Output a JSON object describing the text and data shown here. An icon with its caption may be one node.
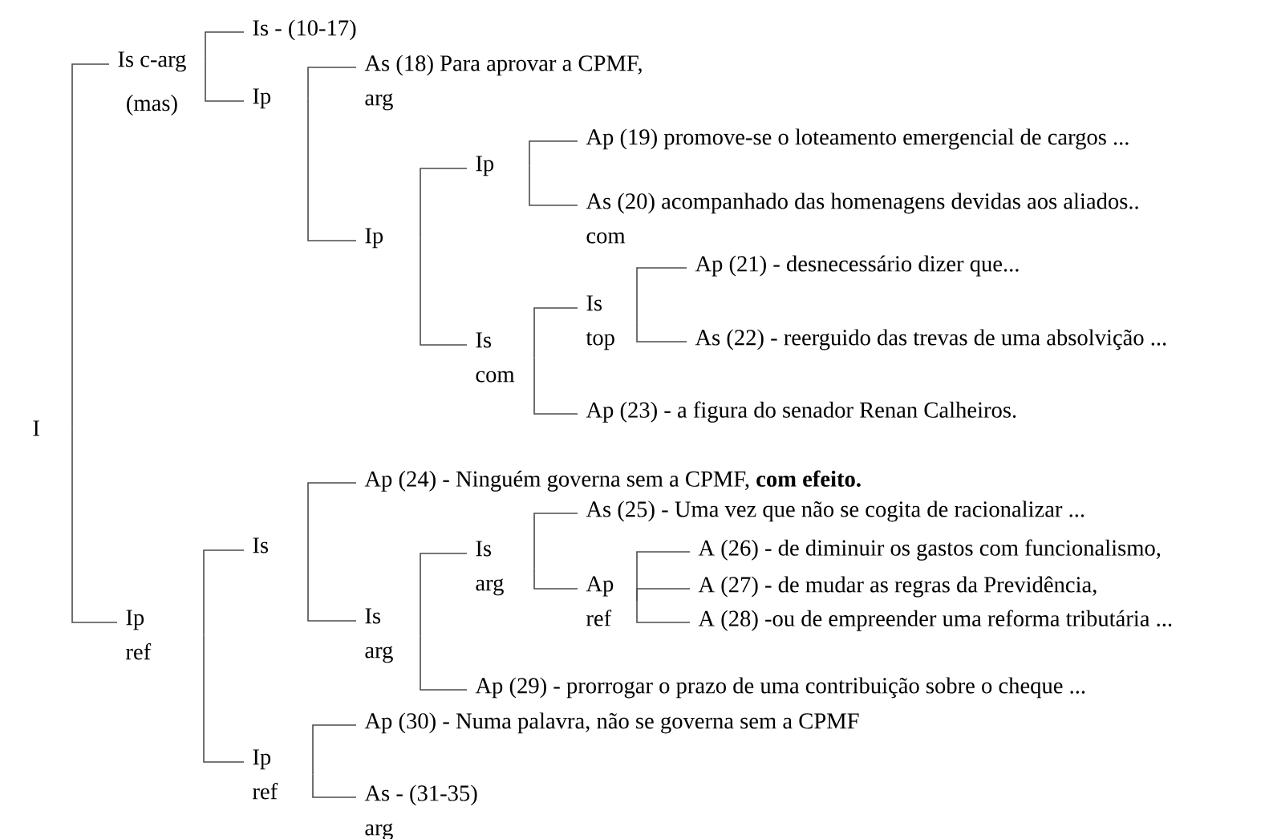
{
  "diagram": {
    "nodes": [
      {
        "text": [
          "I"
        ]
      },
      {
        "text": [
          "Is c-arg"
        ],
        "beside": [
          "(mas)"
        ]
      },
      {
        "text": [
          "Is - (10-17)"
        ]
      },
      {
        "text": [
          "Ip"
        ]
      },
      {
        "text": [
          "As (18) Para aprovar a CPMF,",
          "arg"
        ]
      },
      {
        "text": [
          "Ip"
        ]
      },
      {
        "text": [
          "Ip"
        ]
      },
      {
        "text": [
          "Ap (19) promove-se o loteamento emergencial de cargos ..."
        ]
      },
      {
        "text": [
          "As (20) acompanhado das homenagens devidas aos aliados..",
          "com"
        ]
      },
      {
        "text": [
          "Is",
          "com"
        ]
      },
      {
        "text": [
          "Is",
          "top"
        ]
      },
      {
        "text": [
          "Ap (21) - desnecessário dizer que..."
        ]
      },
      {
        "text": [
          "As (22) - reerguido das trevas de uma absolvição ..."
        ]
      },
      {
        "text": [
          "Ap (23) - a figura do senador Renan Calheiros."
        ]
      },
      {
        "text": [
          "Ip",
          "ref"
        ]
      },
      {
        "text": [
          "Is"
        ]
      },
      {
        "text": [
          "Ap (24) - Ninguém governa sem a CPMF, **com efeito.**"
        ]
      },
      {
        "text": [
          "Is",
          "arg"
        ]
      },
      {
        "text": [
          "Is",
          "arg"
        ]
      },
      {
        "text": [
          "As (25) - Uma vez que não se cogita de racionalizar ..."
        ]
      },
      {
        "text": [
          "Ap",
          "ref"
        ]
      },
      {
        "text": [
          "A (26) - de diminuir os gastos com funcionalismo,"
        ]
      },
      {
        "text": [
          "A (27) - de mudar as regras da Previdência,"
        ]
      },
      {
        "text": [
          "A (28) -ou de empreender uma reforma tributária ..."
        ]
      },
      {
        "text": [
          "Ap (29) - prorrogar o prazo de uma contribuição sobre o cheque ..."
        ]
      },
      {
        "text": [
          "Ip",
          "ref"
        ]
      },
      {
        "text": [
          "Ap (30) - Numa palavra, não se governa sem a CPMF"
        ]
      },
      {
        "text": [
          "As - (31-35)",
          "arg"
        ]
      }
    ],
    "edges": [
      {
        "from": 0,
        "to": 1,
        "arrow": "none"
      },
      {
        "from": 0,
        "to": 14,
        "arrow": "none"
      },
      {
        "from": 1,
        "to": 2,
        "arrow": "none"
      },
      {
        "from": 1,
        "to": 3,
        "arrow": "none"
      },
      {
        "from": 3,
        "to": 4,
        "arrow": "none"
      },
      {
        "from": 3,
        "to": 5,
        "arrow": "none"
      },
      {
        "from": 5,
        "to": 6,
        "arrow": "none"
      },
      {
        "from": 5,
        "to": 9,
        "arrow": "none"
      },
      {
        "from": 6,
        "to": 7,
        "arrow": "none"
      },
      {
        "from": 6,
        "to": 8,
        "arrow": "none"
      },
      {
        "from": 9,
        "to": 10,
        "arrow": "none"
      },
      {
        "from": 9,
        "to": 13,
        "arrow": "none"
      },
      {
        "from": 10,
        "to": 11,
        "arrow": "none"
      },
      {
        "from": 10,
        "to": 12,
        "arrow": "none"
      },
      {
        "from": 14,
        "to": 15,
        "arrow": "none"
      },
      {
        "from": 14,
        "to": 25,
        "arrow": "none"
      },
      {
        "from": 15,
        "to": 16,
        "arrow": "none"
      },
      {
        "from": 15,
        "to": 17,
        "arrow": "none"
      },
      {
        "from": 17,
        "to": 18,
        "arrow": "none"
      },
      {
        "from": 17,
        "to": 24,
        "arrow": "none"
      },
      {
        "from": 18,
        "to": 19,
        "arrow": "none"
      },
      {
        "from": 18,
        "to": 20,
        "arrow": "none"
      },
      {
        "from": 20,
        "to": 21,
        "arrow": "none"
      },
      {
        "from": 20,
        "to": 22,
        "arrow": "none"
      },
      {
        "from": 20,
        "to": 23,
        "arrow": "none"
      },
      {
        "from": 25,
        "to": 26,
        "arrow": "none"
      },
      {
        "from": 25,
        "to": 27,
        "arrow": "none"
      }
    ]
  }
}
